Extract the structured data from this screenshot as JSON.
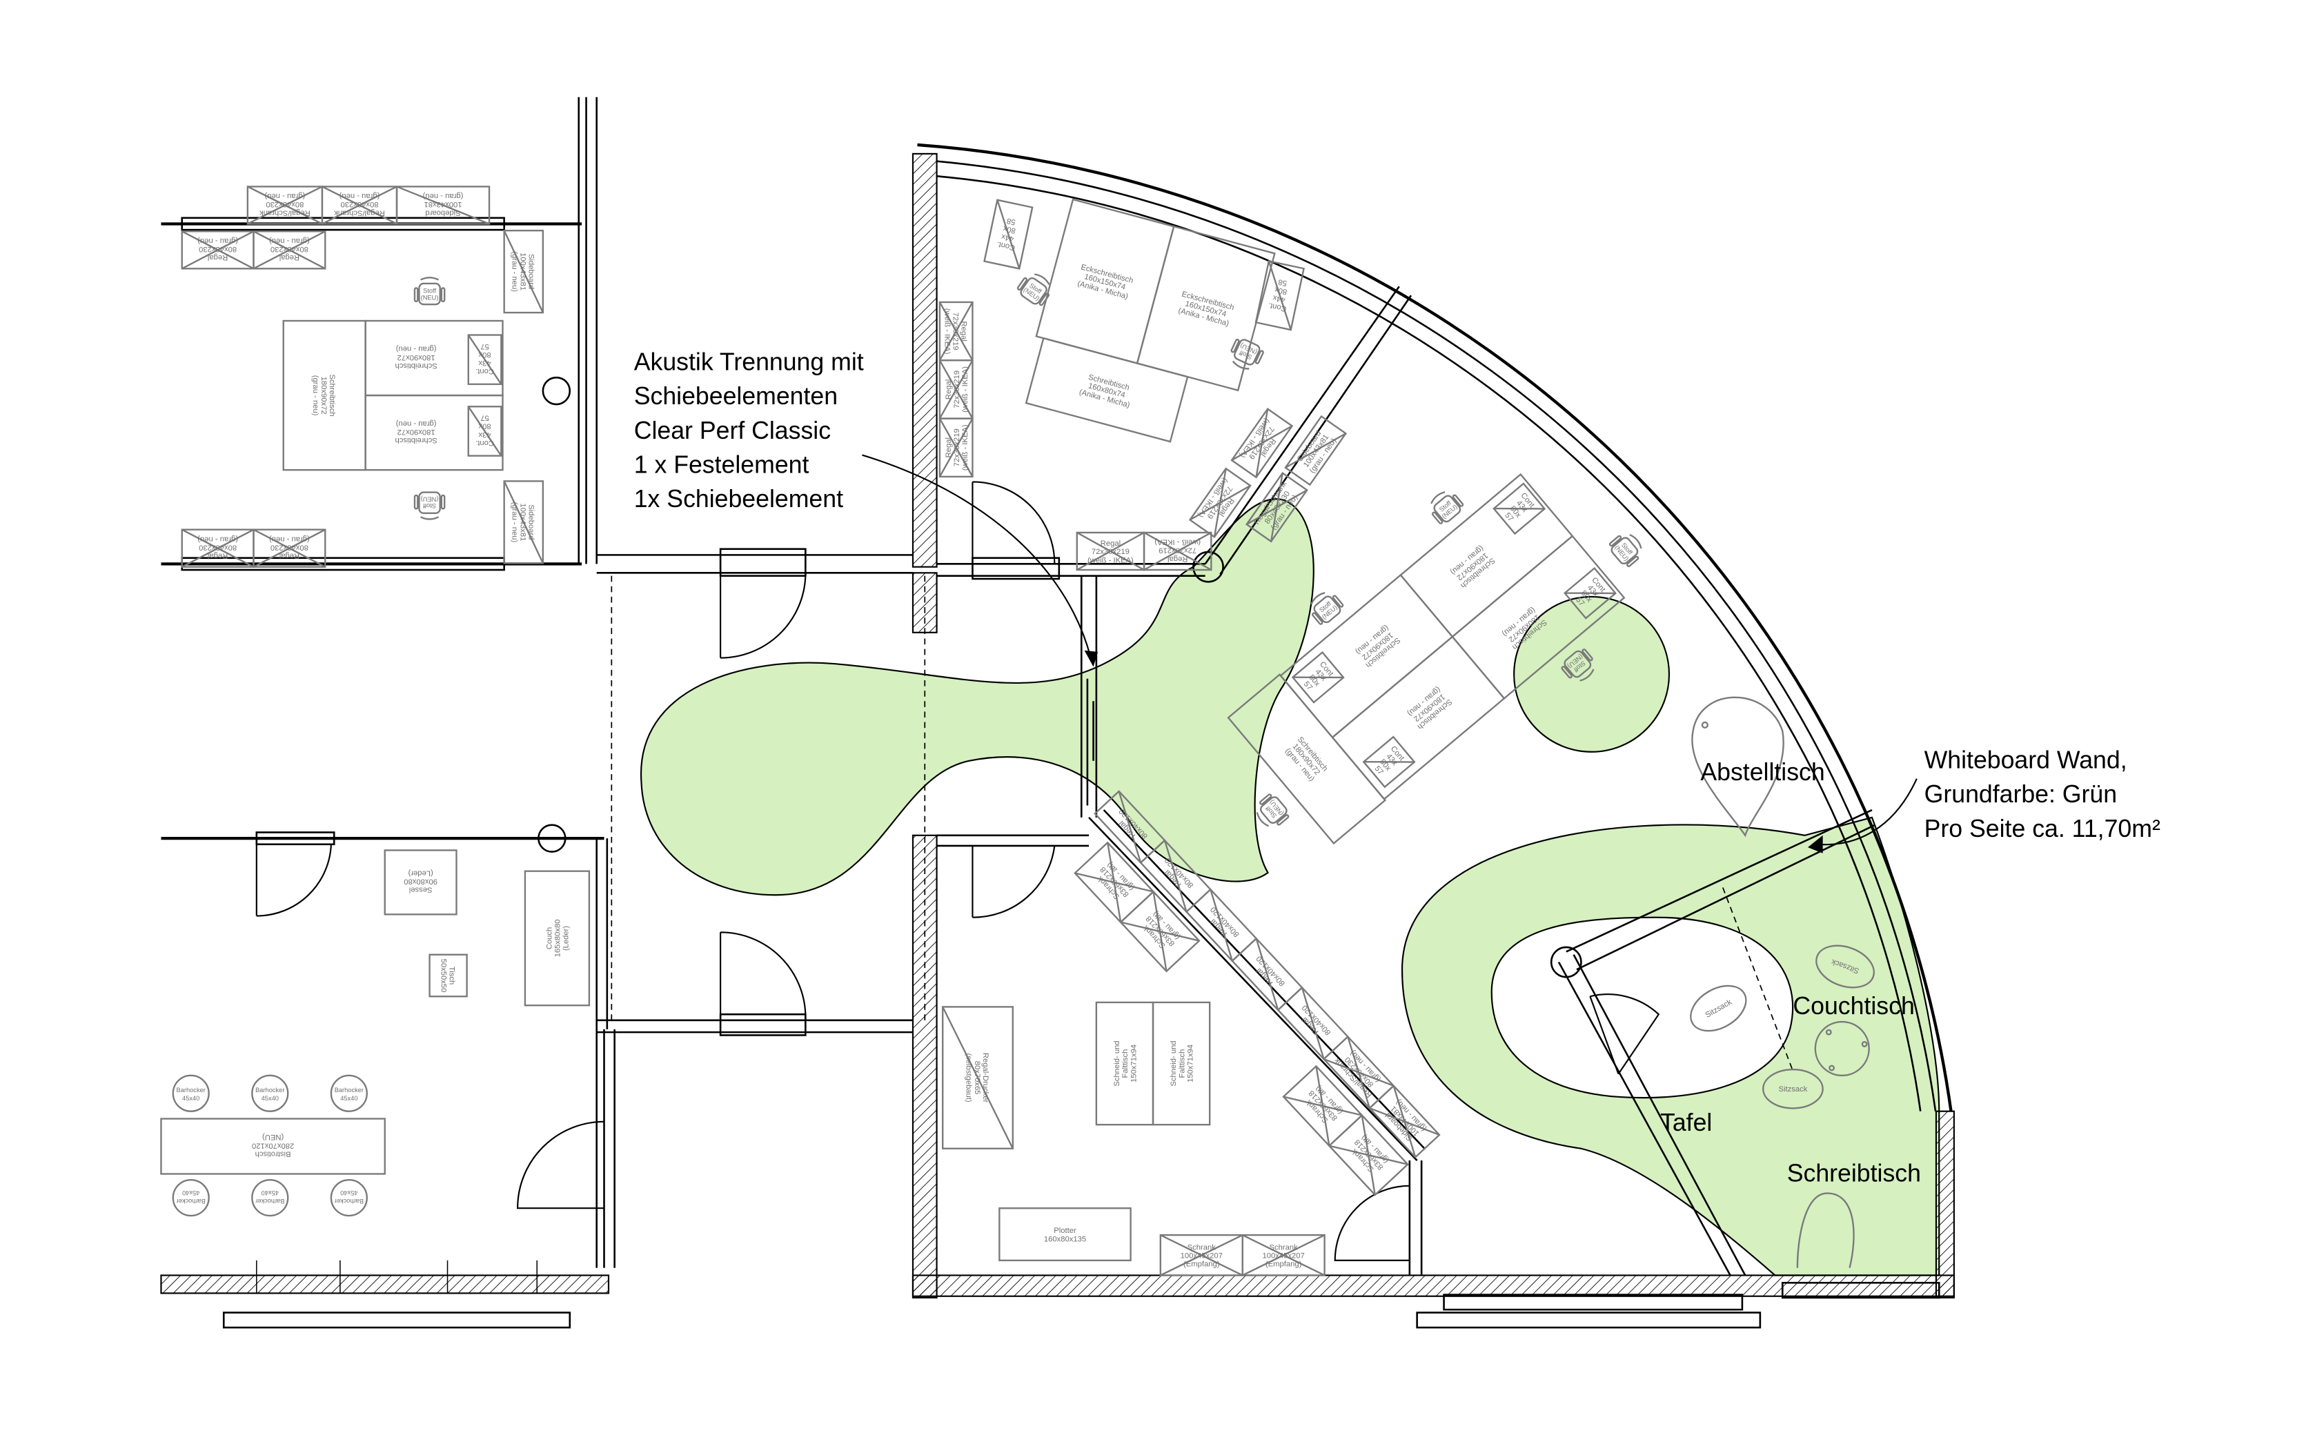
{
  "annotations": {
    "acoustic": [
      "Akustik Trennung mit",
      "Schiebeelementen",
      "Clear Perf Classic",
      "1 x Festelement",
      "1x Schiebeelement"
    ],
    "whiteboard": [
      "Whiteboard Wand,",
      "Grundfarbe: Grün",
      "Pro Seite ca. 11,70m²"
    ],
    "zones": {
      "abstelltisch": "Abstelltisch",
      "couchtisch": "Couchtisch",
      "tafel": "Tafel",
      "schreibtisch": "Schreibtisch"
    }
  },
  "colors": {
    "zone_fill": "#d6f0c0",
    "wall": "#000000",
    "furniture": "#7a7a7a"
  },
  "furniture": [
    {
      "id": "lt-regalschrank-1",
      "lines": [
        "Regal/Schrank",
        "80x43x230",
        "(grau - neu)"
      ]
    },
    {
      "id": "lt-regalschrank-2",
      "lines": [
        "Regal/Schrank",
        "80x43x230",
        "(grau - neu)"
      ]
    },
    {
      "id": "lt-sideboard-top",
      "lines": [
        "Sideboard",
        "100x43x81",
        "(grau - neu)"
      ]
    },
    {
      "id": "lt-regal-1",
      "lines": [
        "Regal",
        "80x43x230",
        "(grau - neu)"
      ]
    },
    {
      "id": "lt-regal-2",
      "lines": [
        "Regal",
        "80x43x230",
        "(grau - neu)"
      ]
    },
    {
      "id": "lt-sideboard-r1",
      "lines": [
        "Sideboard",
        "100x43x81",
        "(grau - neu)"
      ]
    },
    {
      "id": "lt-desk-side",
      "lines": [
        "Schreibtisch",
        "180x90x72",
        "(grau - neu)"
      ]
    },
    {
      "id": "lt-desk-a",
      "lines": [
        "Schreibtisch",
        "180x90x72",
        "(grau - neu)"
      ]
    },
    {
      "id": "lt-cont-a",
      "lines": [
        "Cont.",
        "43x",
        "80x",
        "57"
      ]
    },
    {
      "id": "lt-desk-b",
      "lines": [
        "Schreibtisch",
        "180x90x72",
        "(grau - neu)"
      ]
    },
    {
      "id": "lt-cont-b",
      "lines": [
        "Cont.",
        "43x",
        "80x",
        "57"
      ]
    },
    {
      "id": "lt-regal-3",
      "lines": [
        "Regal",
        "80x43x230",
        "(grau - neu)"
      ]
    },
    {
      "id": "lt-regal-4",
      "lines": [
        "Regal",
        "80x43x230",
        "(grau - neu)"
      ]
    },
    {
      "id": "lt-sideboard-r2",
      "lines": [
        "Sideboard",
        "100x43x81",
        "(grau - neu)"
      ]
    },
    {
      "id": "lb-sessel",
      "lines": [
        "Sessel",
        "90x80x80",
        "(Leder)"
      ]
    },
    {
      "id": "lb-tisch",
      "lines": [
        "Tisch",
        "50x50x50"
      ]
    },
    {
      "id": "lb-couch",
      "lines": [
        "Couch",
        "165x80x80",
        "(Leder)"
      ]
    },
    {
      "id": "lb-bistro",
      "lines": [
        "Bistrotisch",
        "280x70x120",
        "(NEU)"
      ]
    },
    {
      "id": "mt-eck-1",
      "lines": [
        "Eckschreibtisch",
        "160x150x74",
        "(Anika - Micha)"
      ]
    },
    {
      "id": "mt-eck-2",
      "lines": [
        "Eckschreibtisch",
        "160x150x74",
        "(Anika - Micha)"
      ]
    },
    {
      "id": "mt-desk",
      "lines": [
        "Schreibtisch",
        "160x80x74",
        "(Anika - Micha)"
      ]
    },
    {
      "id": "mt-cont-1",
      "lines": [
        "Cont.",
        "44x",
        "80x",
        "58"
      ]
    },
    {
      "id": "mt-cont-2",
      "lines": [
        "Cont.",
        "44x",
        "80x",
        "58"
      ]
    },
    {
      "id": "mt-regal-l1",
      "lines": [
        "Regal",
        "72x30x219",
        "(weiß - IKEA)"
      ]
    },
    {
      "id": "mt-regal-l2",
      "lines": [
        "Regal",
        "72x30x219",
        "(weiß - IKEA)"
      ]
    },
    {
      "id": "mt-regal-l3",
      "lines": [
        "Regal",
        "72x30x219",
        "(weiß - IKEA)"
      ]
    },
    {
      "id": "mt-regal-b1",
      "lines": [
        "Regal",
        "72x30x219",
        "(weiß - IKEA)"
      ]
    },
    {
      "id": "mt-regal-b2",
      "lines": [
        "Regal",
        "72x30x219",
        "(weiß - IKEA)"
      ]
    },
    {
      "id": "mt-regal-d1",
      "lines": [
        "Regal",
        "72x30x219",
        "(weiß - IKEA)"
      ]
    },
    {
      "id": "mt-regal-d2",
      "lines": [
        "Regal",
        "72x30x219",
        "(weiß - IKEA)"
      ]
    },
    {
      "id": "mt-regalschrank-d",
      "lines": [
        "Regal/Schrank",
        "80x43x230",
        "(grau - neu)"
      ]
    },
    {
      "id": "mt-sideboard-d",
      "lines": [
        "Sideboard",
        "100x43x81",
        "(grau - neu)"
      ]
    },
    {
      "id": "mo-desk-end",
      "lines": [
        "Schreibtisch",
        "180x90x72",
        "(grau - neu)"
      ]
    },
    {
      "id": "mo-desk-a1",
      "lines": [
        "Schreibtisch",
        "180x90x72",
        "(grau - neu)"
      ]
    },
    {
      "id": "mo-desk-a2",
      "lines": [
        "Schreibtisch",
        "180x90x72",
        "(grau - neu)"
      ]
    },
    {
      "id": "mo-desk-b1",
      "lines": [
        "Schreibtisch",
        "180x90x72",
        "(grau - neu)"
      ]
    },
    {
      "id": "mo-desk-b2",
      "lines": [
        "Schreibtisch",
        "180x90x72",
        "(grau - neu)"
      ]
    },
    {
      "id": "mo-cont-1",
      "lines": [
        "Cont.",
        "43x",
        "80x",
        "57"
      ]
    },
    {
      "id": "mo-cont-2",
      "lines": [
        "Cont.",
        "43x",
        "80x",
        "57"
      ]
    },
    {
      "id": "mo-cont-3",
      "lines": [
        "Cont.",
        "43x",
        "80x",
        "57"
      ]
    },
    {
      "id": "mo-cont-4",
      "lines": [
        "Cont.",
        "43x",
        "80x",
        "57"
      ]
    },
    {
      "id": "lr-regal-drucker",
      "lines": [
        "Regal-Drucker",
        "80x70x65",
        "(selbstgebaut)"
      ]
    },
    {
      "id": "lr-schneid-1",
      "lines": [
        "Schneid- und",
        "Falttisch",
        "150x71x94"
      ]
    },
    {
      "id": "lr-schneid-2",
      "lines": [
        "Schneid- und",
        "Falttisch",
        "150x71x94"
      ]
    },
    {
      "id": "lr-plotter",
      "lines": [
        "Plotter",
        "160x80x135"
      ]
    },
    {
      "id": "lr-schrank-e1",
      "lines": [
        "Schrank",
        "100x45x207",
        "(Empfang)"
      ]
    },
    {
      "id": "lr-schrank-e2",
      "lines": [
        "Schrank",
        "100x45x207",
        "(Empfang)"
      ]
    },
    {
      "id": "lr-regal-1",
      "lines": [
        "Regal",
        "80x40x120"
      ]
    },
    {
      "id": "lr-regal-2",
      "lines": [
        "Regal",
        "80x40x120"
      ]
    },
    {
      "id": "lr-regal-3",
      "lines": [
        "Regal",
        "80x40x120"
      ]
    },
    {
      "id": "lr-regal-4",
      "lines": [
        "Regal",
        "80x40x120"
      ]
    },
    {
      "id": "lr-regal-5",
      "lines": [
        "Regal",
        "80x40x120"
      ]
    },
    {
      "id": "lr-regalschrank",
      "lines": [
        "Regal/Schrank",
        "80x43x230",
        "(grau - neu)"
      ]
    },
    {
      "id": "lr-sideboard",
      "lines": [
        "Sideboard",
        "100x43x81",
        "(grau - neu)"
      ]
    },
    {
      "id": "lr-schrank-1",
      "lines": [
        "Schrank",
        "83x60x218",
        "(grau - alt)"
      ]
    },
    {
      "id": "lr-schrank-2",
      "lines": [
        "Schrank",
        "83x60x218",
        "(grau - alt)"
      ]
    },
    {
      "id": "lr-schrank-3",
      "lines": [
        "Schrank",
        "83x60x218",
        "(grau - alt)"
      ]
    },
    {
      "id": "lr-schrank-4",
      "lines": [
        "Schrank",
        "83x60x218",
        "(grau - alt)"
      ]
    }
  ],
  "chairs": [
    {
      "id": "lt-chair-1",
      "lines": [
        "Stoff",
        "(NEU)"
      ]
    },
    {
      "id": "lt-chair-2",
      "lines": [
        "Stoff",
        "(NEU)"
      ]
    },
    {
      "id": "mt-chair-1",
      "lines": [
        "Stoff",
        "(NEU)"
      ]
    },
    {
      "id": "mt-chair-2",
      "lines": [
        "Stoff",
        "(NEU)"
      ]
    },
    {
      "id": "mo-chair-1",
      "lines": [
        "Stoff",
        "(NEU)"
      ]
    },
    {
      "id": "mo-chair-2",
      "lines": [
        "Stoff",
        "(NEU)"
      ]
    },
    {
      "id": "mo-chair-3",
      "lines": [
        "Stoff",
        "(NEU)"
      ]
    },
    {
      "id": "mo-chair-4",
      "lines": [
        "Stoff",
        "(NEU)"
      ]
    },
    {
      "id": "mo-chair-5",
      "lines": [
        "Stoff",
        "(NEU)"
      ]
    }
  ],
  "stools": [
    {
      "id": "stool-1",
      "lines": [
        "Barhocker",
        "45x40"
      ]
    },
    {
      "id": "stool-2",
      "lines": [
        "Barhocker",
        "45x40"
      ]
    },
    {
      "id": "stool-3",
      "lines": [
        "Barhocker",
        "45x40"
      ]
    },
    {
      "id": "stool-4",
      "lines": [
        "Barhocker",
        "45x40"
      ]
    },
    {
      "id": "stool-5",
      "lines": [
        "Barhocker",
        "45x40"
      ]
    },
    {
      "id": "stool-6",
      "lines": [
        "Barhocker",
        "45x40"
      ]
    }
  ],
  "beanbags": [
    {
      "id": "beanbag-1",
      "label": "Sitzsack"
    },
    {
      "id": "beanbag-2",
      "label": "Sitzsack"
    },
    {
      "id": "beanbag-3",
      "label": "Sitzsack"
    }
  ]
}
